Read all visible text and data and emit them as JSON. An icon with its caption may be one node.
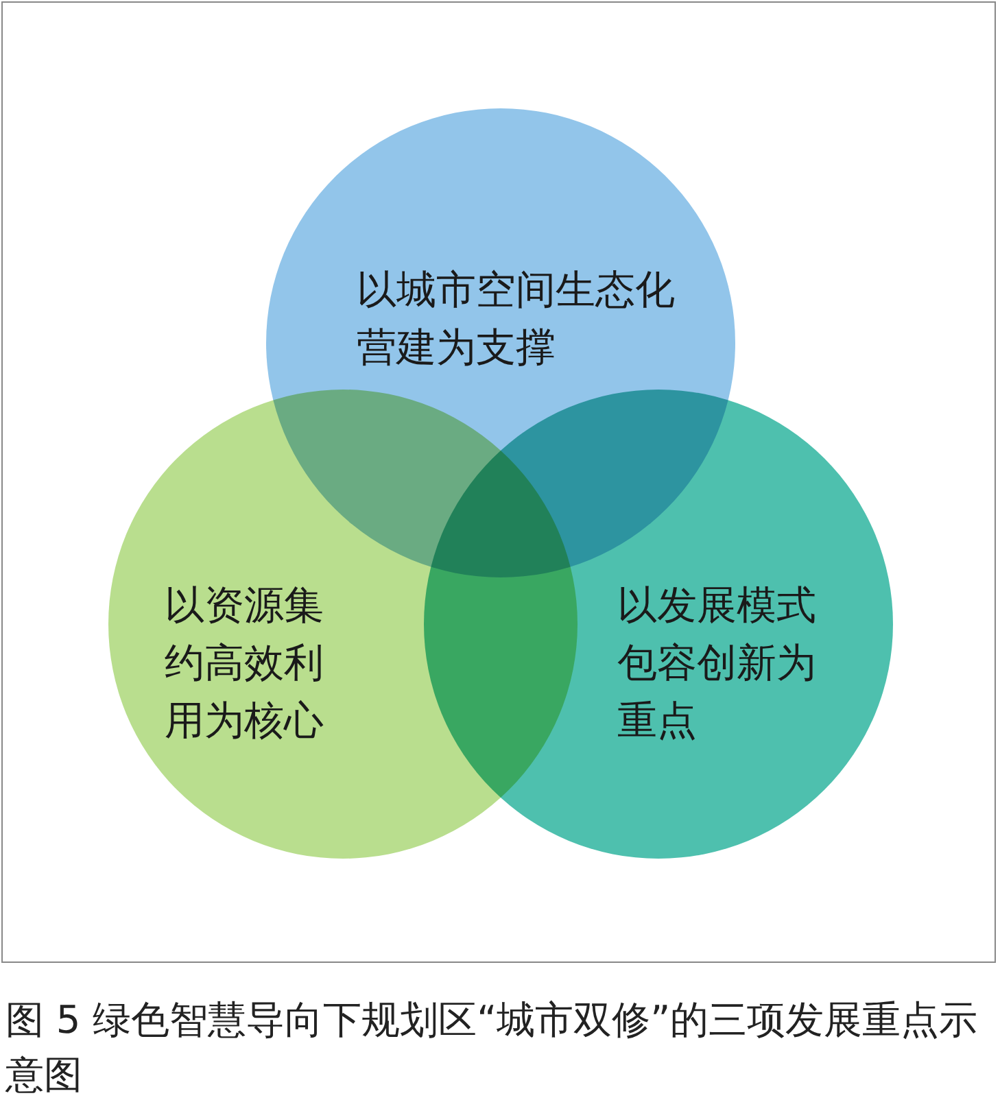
{
  "diagram": {
    "caption": "图 5 绿色智慧导向下规划区“城市双修”的三项发展重点示意图",
    "nodes": [
      {
        "text": [
          "以城市空间生态化营建为支撑"
        ]
      },
      {
        "text": [
          "以资源集约高效利用为核心"
        ]
      },
      {
        "text": [
          "以发展模式包容创新为重点"
        ]
      }
    ]
  }
}
